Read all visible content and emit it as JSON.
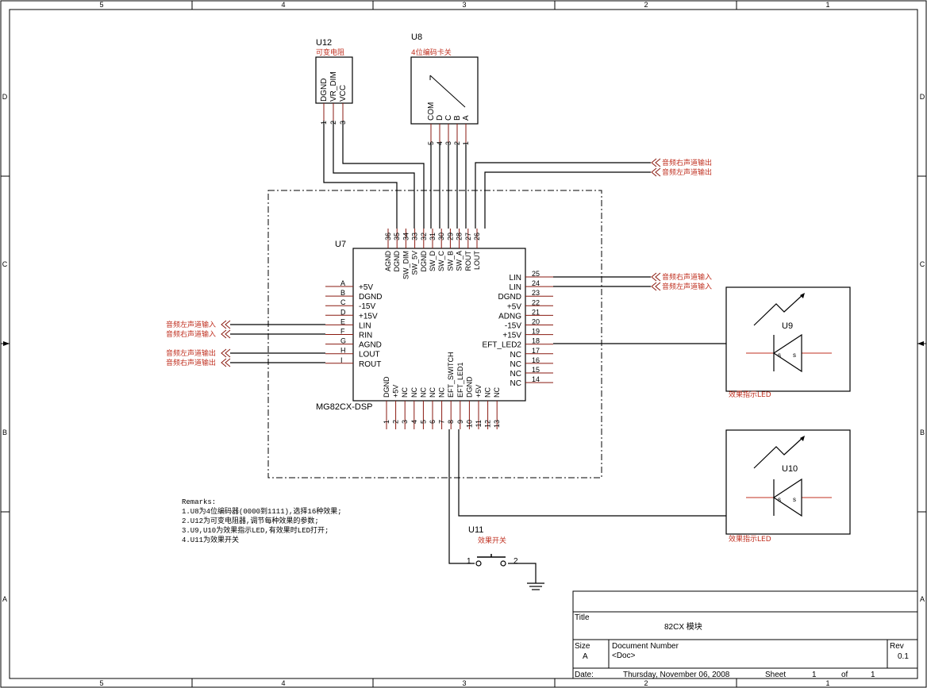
{
  "frame": {
    "columns": [
      "5",
      "4",
      "3",
      "2",
      "1"
    ],
    "rows": [
      "D",
      "C",
      "B",
      "A"
    ]
  },
  "u7": {
    "ref": "U7",
    "value": "MG82CX-DSP",
    "top_pins": [
      {
        "num": "36",
        "name": "AGND"
      },
      {
        "num": "35",
        "name": "DGND"
      },
      {
        "num": "34",
        "name": "SW_DIM"
      },
      {
        "num": "33",
        "name": "SW_5V"
      },
      {
        "num": "32",
        "name": "DGND"
      },
      {
        "num": "31",
        "name": "SW_D"
      },
      {
        "num": "30",
        "name": "SW_C"
      },
      {
        "num": "29",
        "name": "SW_B"
      },
      {
        "num": "28",
        "name": "SW_A"
      },
      {
        "num": "27",
        "name": "ROUT"
      },
      {
        "num": "26",
        "name": "LOUT"
      }
    ],
    "left_pins": [
      {
        "num": "A",
        "name": "+5V"
      },
      {
        "num": "B",
        "name": "DGND"
      },
      {
        "num": "C",
        "name": "-15V"
      },
      {
        "num": "D",
        "name": "+15V"
      },
      {
        "num": "E",
        "name": "LIN"
      },
      {
        "num": "F",
        "name": "RIN"
      },
      {
        "num": "G",
        "name": "AGND"
      },
      {
        "num": "H",
        "name": "LOUT"
      },
      {
        "num": "I",
        "name": "ROUT"
      }
    ],
    "right_pins": [
      {
        "num": "25",
        "name": "LIN"
      },
      {
        "num": "24",
        "name": "LIN"
      },
      {
        "num": "23",
        "name": "DGND"
      },
      {
        "num": "22",
        "name": "+5V"
      },
      {
        "num": "21",
        "name": "ADNG"
      },
      {
        "num": "20",
        "name": "-15V"
      },
      {
        "num": "19",
        "name": "+15V"
      },
      {
        "num": "18",
        "name": "EFT_LED2"
      },
      {
        "num": "17",
        "name": "NC"
      },
      {
        "num": "16",
        "name": "NC"
      },
      {
        "num": "15",
        "name": "NC"
      },
      {
        "num": "14",
        "name": "NC"
      }
    ],
    "bottom_pins": [
      {
        "num": "1",
        "name": "DGND"
      },
      {
        "num": "2",
        "name": "+5V"
      },
      {
        "num": "3",
        "name": "NC"
      },
      {
        "num": "4",
        "name": "NC"
      },
      {
        "num": "5",
        "name": "NC"
      },
      {
        "num": "6",
        "name": "NC"
      },
      {
        "num": "7",
        "name": "NC"
      },
      {
        "num": "8",
        "name": "EFT_SWITCH"
      },
      {
        "num": "9",
        "name": "EFT_LED1"
      },
      {
        "num": "10",
        "name": "DGND"
      },
      {
        "num": "11",
        "name": "+5V"
      },
      {
        "num": "12",
        "name": "NC"
      },
      {
        "num": "13",
        "name": "NC"
      }
    ]
  },
  "u12": {
    "ref": "U12",
    "desc": "可变电阻",
    "pins": [
      {
        "num": "1",
        "name": "DGND"
      },
      {
        "num": "2",
        "name": "VR_DIM"
      },
      {
        "num": "3",
        "name": "VCC"
      }
    ]
  },
  "u8": {
    "ref": "U8",
    "desc": "4位编码卡关",
    "pins": [
      {
        "num": "5",
        "name": "COM"
      },
      {
        "num": "4",
        "name": "D"
      },
      {
        "num": "3",
        "name": "C"
      },
      {
        "num": "2",
        "name": "B"
      },
      {
        "num": "1",
        "name": "A"
      }
    ]
  },
  "u9": {
    "ref": "U9",
    "desc": "效果指示LED"
  },
  "u10": {
    "ref": "U10",
    "desc": "效果指示LED"
  },
  "u11": {
    "ref": "U11",
    "desc": "效果开关",
    "pin1": "1",
    "pin2": "2"
  },
  "ports": {
    "right_out_r": "音频右声道输出",
    "right_out_l": "音频左声道输出",
    "right_in_l": "音频右声道输入",
    "right_in_r": "音频左声道输入",
    "left_in_l": "音频左声道输入",
    "left_in_r": "音频右声道输入",
    "left_out_l": "音频左声道输出",
    "left_out_r": "音频右声道输出"
  },
  "remarks": {
    "title": "Remarks:",
    "lines": [
      "1.U8为4位编码器(0000到1111),选择16种效果;",
      "2.U12为可变电阻器,调节每种效果的参数;",
      "3.U9,U10为效果指示LED,有效果时LED打开;",
      "4.U11为效果开关"
    ]
  },
  "title_block": {
    "title_label": "Title",
    "title": "82CX 模块",
    "size_label": "Size",
    "size": "A",
    "docnum_label": "Document Number",
    "docnum": "<Doc>",
    "rev_label": "Rev",
    "rev": "0.1",
    "date_label": "Date:",
    "date": "Thursday, November 06, 2008",
    "sheet_label": "Sheet",
    "sheet": "1",
    "of_label": "of",
    "of": "1"
  }
}
